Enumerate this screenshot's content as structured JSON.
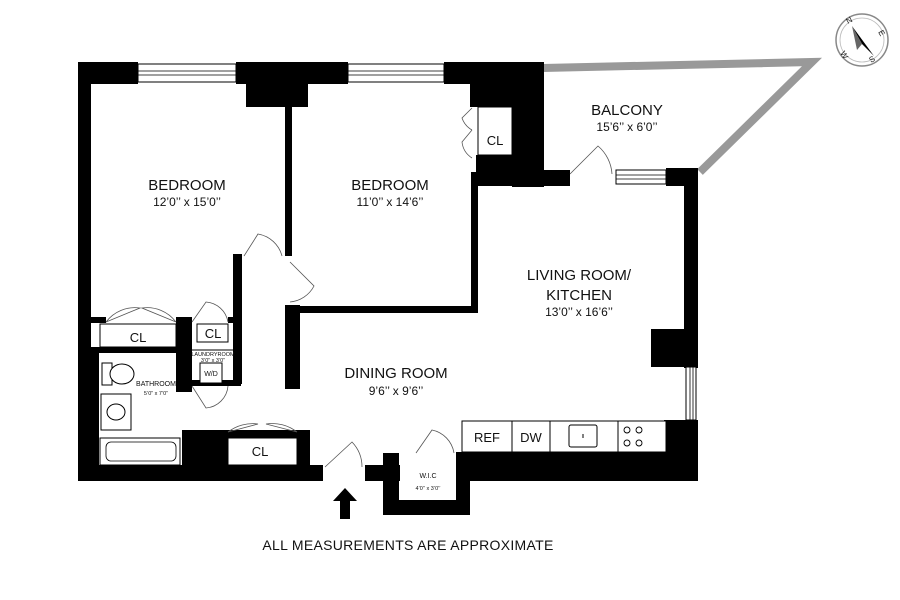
{
  "rooms": {
    "bedroom1": {
      "name": "BEDROOM",
      "dims": "12’0’’ x 15’0’’"
    },
    "bedroom2": {
      "name": "BEDROOM",
      "dims": "11’0’’ x 14’6’’"
    },
    "balcony": {
      "name": "BALCONY",
      "dims": "15’6’’ x 6’0’’"
    },
    "living": {
      "name_line1": "LIVING ROOM/",
      "name_line2": "KITCHEN",
      "dims": "13’0’’ x 16’6’’"
    },
    "dining": {
      "name": "DINING ROOM",
      "dims": "9’6’’ x 9’6’’"
    },
    "bathroom": {
      "name": "BATHROOM",
      "dims": "5’0” x 7’0”"
    },
    "laundry": {
      "name": "LAUNDRYROOM",
      "dims": "3’0” x 3’0”"
    },
    "wic": {
      "name": "W.I.C",
      "dims": "4’0’’ x 3’0’’"
    }
  },
  "closets": {
    "cl1": "CL",
    "cl2": "CL",
    "cl3": "CL",
    "cl4": "CL"
  },
  "appliances": {
    "ref": "REF",
    "dw": "DW",
    "wd": "W/D"
  },
  "compass": {
    "n": "N",
    "e": "E",
    "s": "S",
    "w": "W"
  },
  "footer": {
    "note": "ALL MEASUREMENTS ARE APPROXIMATE"
  }
}
